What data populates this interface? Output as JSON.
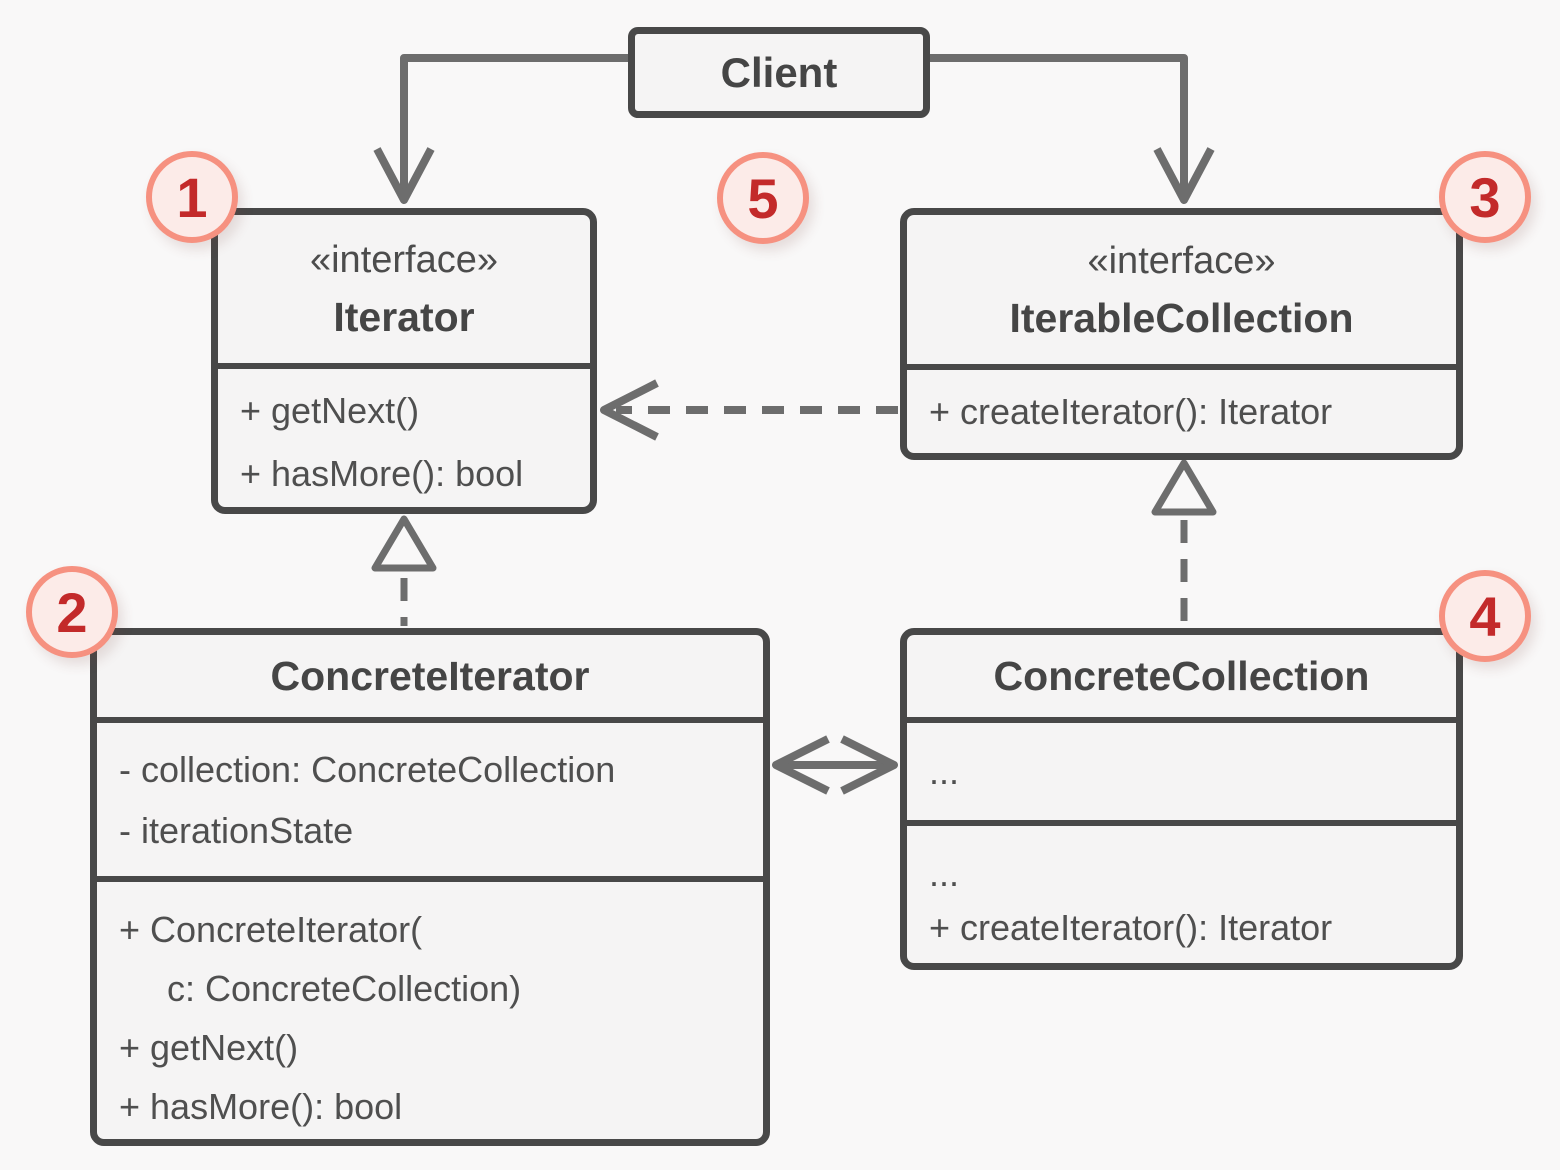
{
  "diagram_type": "uml-class-diagram",
  "pattern": "Iterator pattern structure",
  "client": {
    "name": "Client"
  },
  "iterator_interface": {
    "stereotype": "«interface»",
    "name": "Iterator",
    "methods": [
      "+ getNext()",
      "+ hasMore(): bool"
    ]
  },
  "iterable_collection": {
    "stereotype": "«interface»",
    "name": "IterableCollection",
    "methods": [
      "+ createIterator(): Iterator"
    ]
  },
  "concrete_iterator": {
    "name": "ConcreteIterator",
    "fields": [
      "- collection: ConcreteCollection",
      "- iterationState"
    ],
    "methods": [
      "+ ConcreteIterator(",
      "c: ConcreteCollection)",
      "+ getNext()",
      "+ hasMore(): bool"
    ]
  },
  "concrete_collection": {
    "name": "ConcreteCollection",
    "fields": [
      "..."
    ],
    "methods": [
      "...",
      "+ createIterator(): Iterator"
    ]
  },
  "badges": [
    "1",
    "2",
    "3",
    "4",
    "5"
  ],
  "relations": [
    "Client -> Iterator (directed association)",
    "Client -> IterableCollection (directed association)",
    "IterableCollection ..> Iterator (dependency, dashed arrow)",
    "ConcreteIterator ..|> Iterator (realization, dashed hollow triangle)",
    "ConcreteCollection ..|> IterableCollection (realization, dashed hollow triangle)",
    "ConcreteIterator <-> ConcreteCollection (bidirectional association)"
  ],
  "colors": {
    "canvas_bg": "#f9f8f8",
    "box_bg": "#f5f4f4",
    "box_border": "#484848",
    "connector": "#6d6d6d",
    "text": "#4f4f4f",
    "badge_bg": "#fcebe8",
    "badge_border": "#f69180",
    "badge_text": "#c32a2a"
  }
}
